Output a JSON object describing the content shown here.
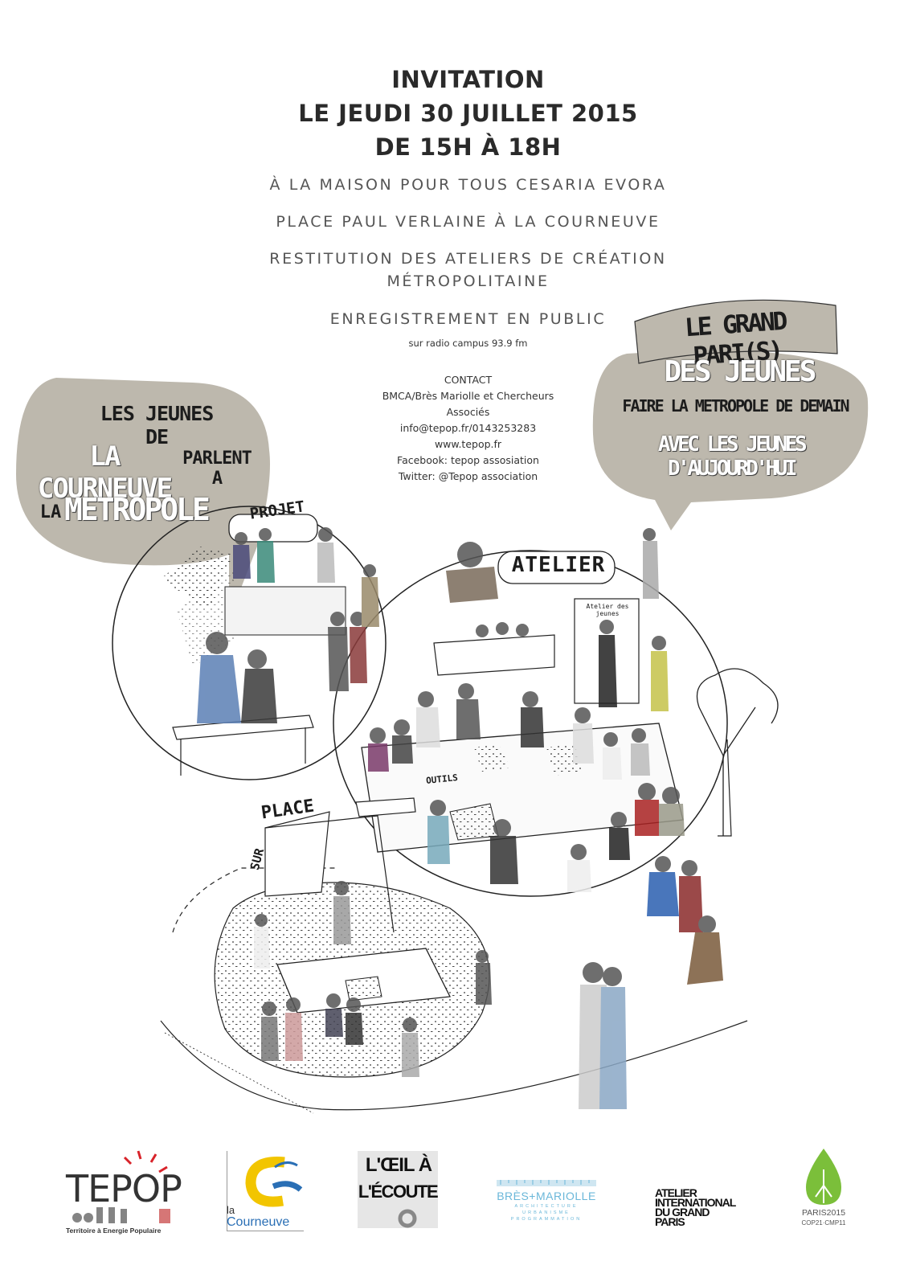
{
  "header": {
    "line1": "INVITATION",
    "line2": "LE JEUDI 30 JUILLET 2015",
    "line3": "DE 15H À 18H"
  },
  "details": {
    "venue": "À LA MAISON POUR TOUS CESARIA EVORA",
    "address": "PLACE PAUL VERLAINE À LA COURNEUVE",
    "restitution_1": "RESTITUTION DES ATELIERS DE CRÉATION",
    "restitution_2": "MÉTROPOLITAINE",
    "recording": "ENREGISTREMENT EN PUBLIC",
    "radio": "sur radio campus 93.9 fm"
  },
  "contact": {
    "title": "CONTACT",
    "org_1": "BMCA/Brès Mariolle et Chercheurs",
    "org_2": "Associés",
    "email": "info@tepop.fr/0143253283",
    "web": "www.tepop.fr",
    "facebook": "Facebook: tepop assosiation",
    "twitter": "Twitter: @Tepop association"
  },
  "bubble_left": {
    "line1": "LES JEUNES DE",
    "line2a": "LA COURNEUVE",
    "line2b": "PARLENT A",
    "line3a": "LA",
    "line3b": "METROPOLE"
  },
  "bubble_right": {
    "line1": "LE GRAND PARI(S)",
    "line2": "DES JEUNES",
    "line3": "FAIRE LA METROPOLE DE DEMAIN",
    "line4": "AVEC LES JEUNES D'AUJOURD'HUI"
  },
  "illustration_labels": {
    "projet": "PROJET",
    "atelier": "ATELIER",
    "place": "PLACE",
    "sur": "SUR",
    "outils": "OUTILS",
    "atelier_jeunes": "Atelier des jeunes"
  },
  "logos": {
    "tepop": "TEPOP",
    "tepop_sub": "Territoire à Energie Populaire",
    "courneuve_1": "la",
    "courneuve_2": "Courneuve",
    "oeil_1": "L'ŒIL À",
    "oeil_2": "L'ÉCOUTE",
    "bres": "BRÈS+MARIOLLE",
    "bres_sub1": "ARCHITECTURE",
    "bres_sub2": "URBANISME",
    "bres_sub3": "PROGRAMMATION",
    "aigp_1": "ATELIER",
    "aigp_2": "INTERNATIONAL",
    "aigp_3": "DU GRAND",
    "aigp_4": "PARIS",
    "cop_1": "PARIS2015",
    "cop_2": "COP21·CMP11"
  },
  "colors": {
    "bubble": "#bdb8ad",
    "courneuve_yellow": "#f2c500",
    "courneuve_blue": "#2a6fb5",
    "bres_blue": "#6ab7d9",
    "cop_green": "#7bbf3a",
    "tepop_red": "#d8232a"
  }
}
